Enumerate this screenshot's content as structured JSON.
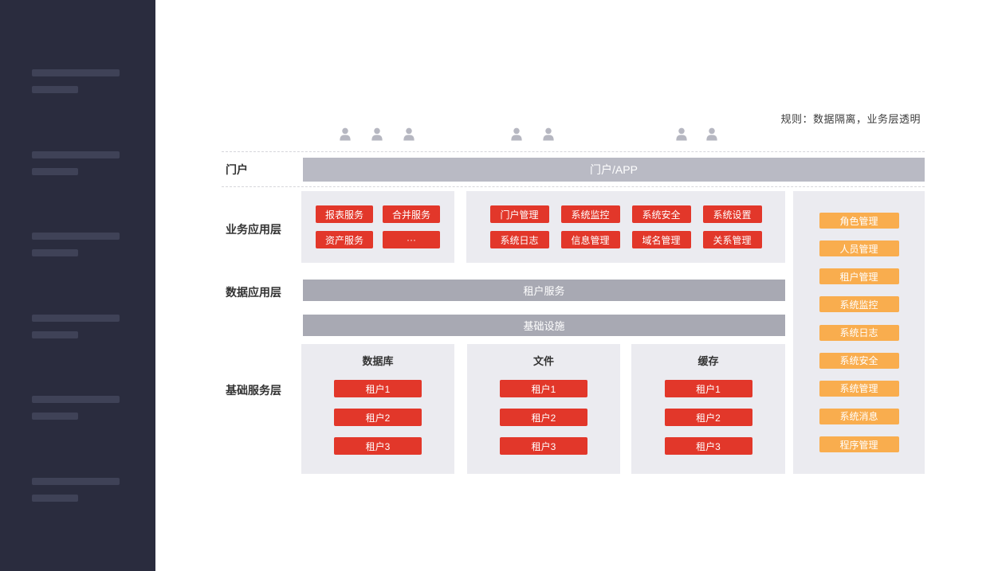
{
  "annotation": "规则：数据隔离，业务层透明",
  "portal": {
    "row_label": "门户",
    "bar_label": "门户/APP"
  },
  "business": {
    "row_label": "业务应用层",
    "panel1_items": [
      "报表服务",
      "合并服务",
      "资产服务",
      "···"
    ],
    "panel2_items": [
      "门户管理",
      "系统监控",
      "系统安全",
      "系统设置",
      "系统日志",
      "信息管理",
      "域名管理",
      "关系管理"
    ]
  },
  "data_layer": {
    "row_label": "数据应用层",
    "bar_label": "租户服务"
  },
  "infrastructure": {
    "bar_label": "基础设施"
  },
  "base_layer": {
    "row_label": "基础服务层",
    "panels": [
      {
        "title": "数据库",
        "items": [
          "租户1",
          "租户2",
          "租户3"
        ]
      },
      {
        "title": "文件",
        "items": [
          "租户1",
          "租户2",
          "租户3"
        ]
      },
      {
        "title": "缓存",
        "items": [
          "租户1",
          "租户2",
          "租户3"
        ]
      }
    ]
  },
  "management_panel": {
    "items": [
      "角色管理",
      "人员管理",
      "租户管理",
      "系统监控",
      "系统日志",
      "系统安全",
      "系统管理",
      "系统消息",
      "程序管理"
    ]
  },
  "user_groups": [
    3,
    2,
    2
  ],
  "colors": {
    "node_red": "#e2372a",
    "node_orange": "#f9ad4e",
    "portal_bar_gray": "#b9bac4",
    "service_bar_gray": "#a8a9b3",
    "panel_background": "#ebebf0",
    "sidebar_background": "#2a2c3e",
    "skeleton_bar": "#3f4257",
    "user_icon_gray": "#b6b7c1",
    "dashed_line": "#d6d6db",
    "text_dark": "#333333"
  }
}
